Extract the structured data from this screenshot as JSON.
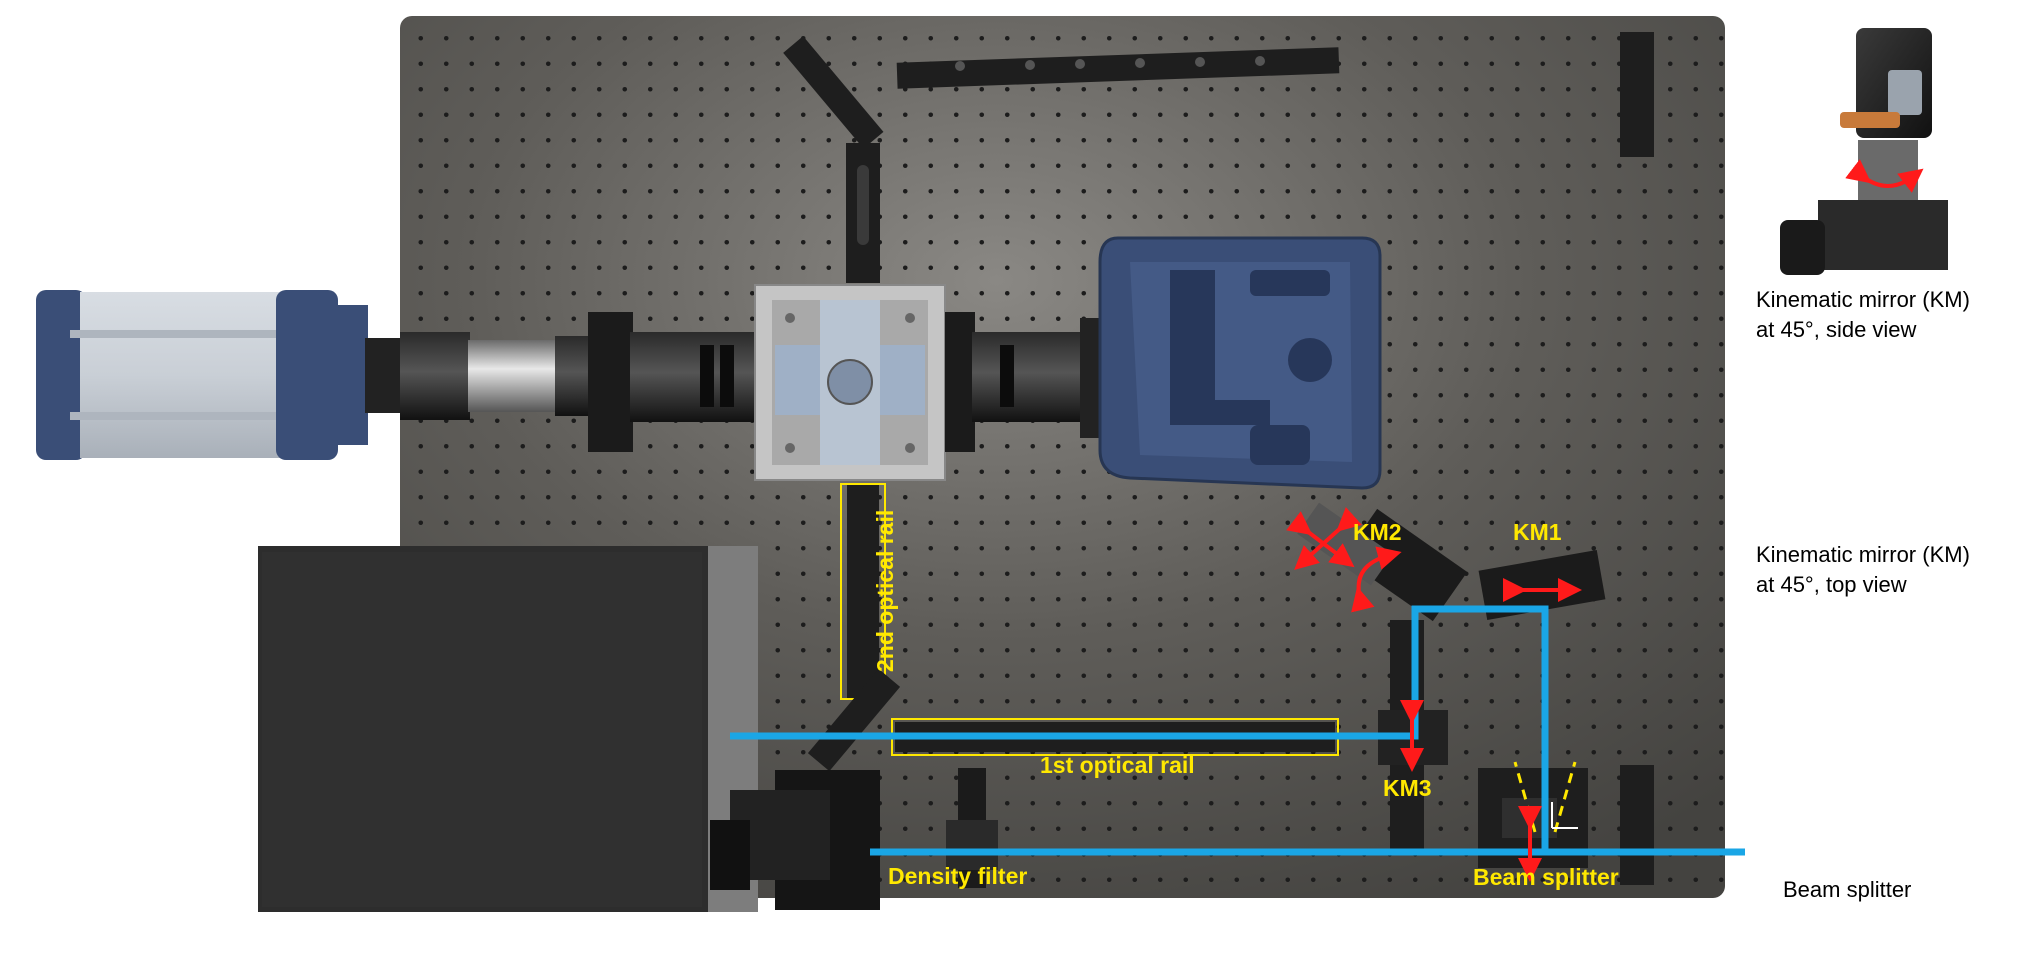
{
  "labels": {
    "km1": "KM1",
    "km2": "KM2",
    "km3": "KM3",
    "rail1": "1st optical rail",
    "rail2": "2nd optical rail",
    "density_filter": "Density filter",
    "beam_splitter": "Beam splitter"
  },
  "insets": {
    "side_view": [
      "Kinematic mirror (KM)",
      "at 45°, side view"
    ],
    "top_view": [
      "Kinematic mirror (KM)",
      "at 45°, top view"
    ],
    "beam_splitter": "Beam splitter"
  },
  "colors": {
    "beam": "#1aa6e6",
    "annotation": "#ffe800",
    "arrow": "#ff1a1a",
    "table": "#55534f",
    "camera_blue": "#3a4e77"
  }
}
